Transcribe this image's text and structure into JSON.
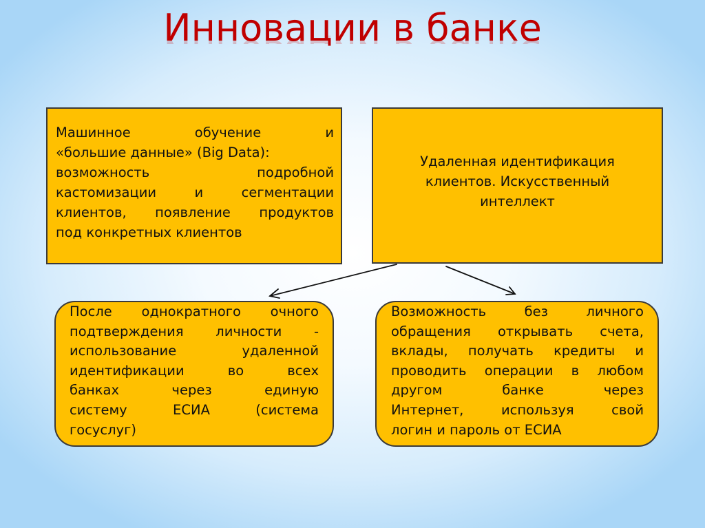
{
  "slide": {
    "title": "Инновации в банке",
    "colors": {
      "title": "#c00000",
      "box_fill": "#ffc000",
      "box_border": "#3a3a3a",
      "background_edge": "#a9d6f7",
      "background_center": "#ffffff"
    }
  },
  "diagram": {
    "top_left_box": {
      "lines": [
        "Машинное обучение и",
        "«большие данные» (Big Data):",
        "возможность подробной",
        "кастомизации и сегментации",
        "клиентов, появление продуктов",
        "под конкретных клиентов"
      ]
    },
    "top_right_box": {
      "lines": [
        "Удаленная идентификация",
        "клиентов. Искусственный",
        "интеллект"
      ]
    },
    "bottom_left_box": {
      "lines": [
        "После однократного очного",
        "подтверждения личности -",
        "использование удаленной",
        "идентификации во всех",
        "банках через единую",
        "систему ЕСИА (система",
        "госуслуг)"
      ]
    },
    "bottom_right_box": {
      "lines": [
        "Возможность без личного",
        "обращения открывать счета,",
        "вклады, получать кредиты и",
        "проводить операции в любом",
        "другом банке через",
        "Интернет, используя свой",
        "логин и пароль от ЕСИА"
      ]
    },
    "arrows": [
      {
        "from": "top_right_box",
        "to": "bottom_left_box"
      },
      {
        "from": "top_right_box",
        "to": "bottom_right_box"
      }
    ]
  }
}
